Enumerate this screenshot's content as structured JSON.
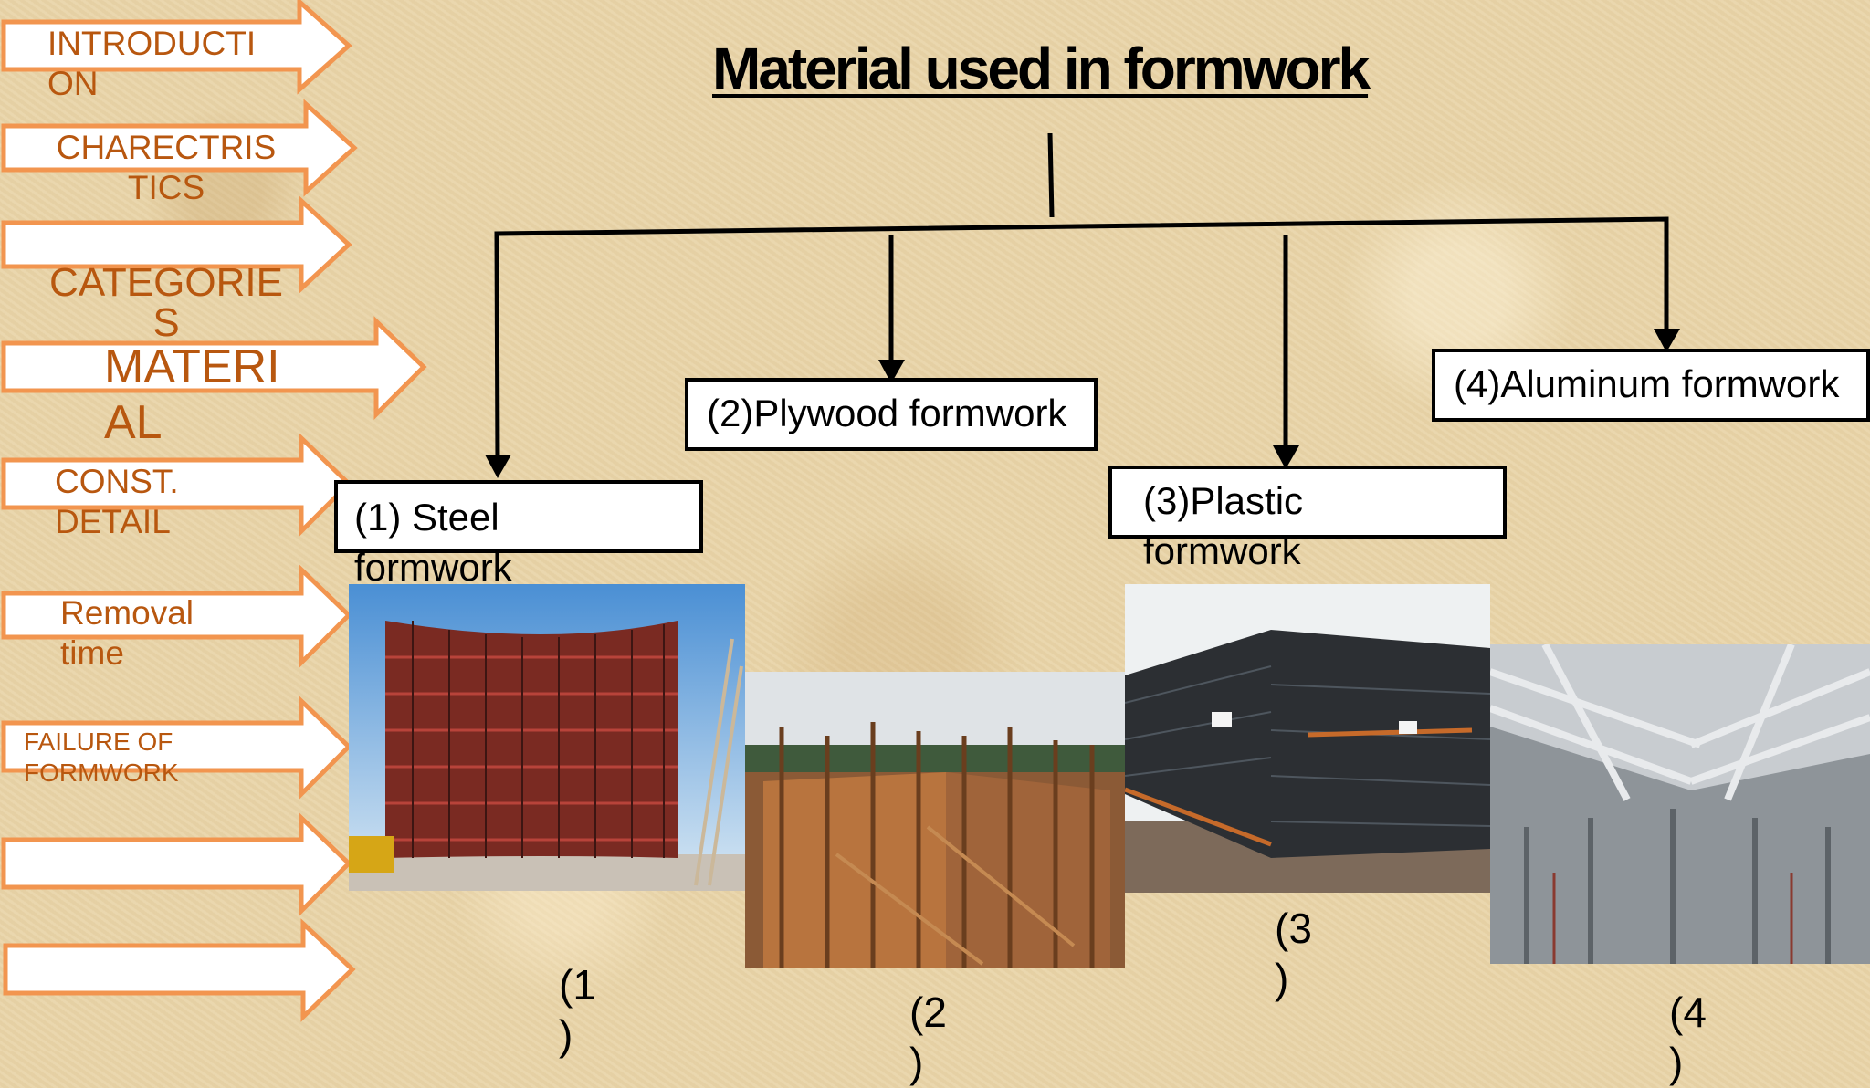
{
  "nav": [
    {
      "label": "INTRODUCTI\nON"
    },
    {
      "label": "CHARECTRIS\nTICS"
    },
    {
      "label": ""
    },
    {
      "label": "CATEGORIE\nS"
    },
    {
      "label": "MATERI\nAL"
    },
    {
      "label": "CONST.\nDETAIL"
    },
    {
      "label": "Removal\ntime"
    },
    {
      "label": "FAILURE OF\nFORMWORK"
    },
    {
      "label": ""
    },
    {
      "label": ""
    }
  ],
  "title": "Material used in formwork",
  "materials": [
    {
      "label": "(1) Steel\nformwork",
      "caption": "(1\n)"
    },
    {
      "label": "(2)Plywood formwork",
      "caption": "(2\n)"
    },
    {
      "label": "(3)Plastic\nformwork",
      "caption": "(3\n)"
    },
    {
      "label": "(4)Aluminum formwork",
      "caption": "(4\n)"
    }
  ],
  "colors": {
    "nav_arrow_border": "#f2954f",
    "nav_text": "#b8570f",
    "background": "#e9d5a9"
  }
}
